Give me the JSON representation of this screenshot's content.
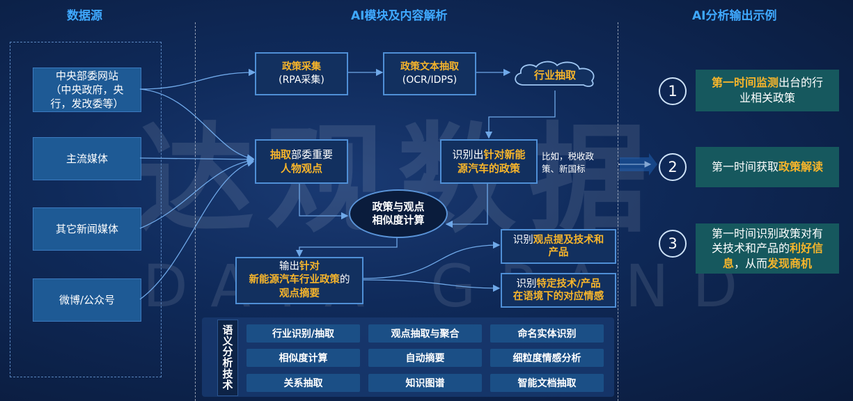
{
  "headers": {
    "left": "数据源",
    "middle": "AI模块及内容解析",
    "right": "AI分析输出示例"
  },
  "watermark": {
    "cn": "达观数据",
    "en": "DATA GRAND"
  },
  "sources": [
    {
      "line1": "中央部委网站",
      "line2": "（中央政府，央",
      "line3": "行，发改委等）"
    },
    {
      "line1": "主流媒体"
    },
    {
      "line1": "其它新闻媒体"
    },
    {
      "line1": "微博/公众号"
    }
  ],
  "flow": {
    "policy_collect": {
      "title": "政策采集",
      "sub": "(RPA采集)"
    },
    "text_extract": {
      "title": "政策文本抽取",
      "sub": "(OCR/IDPS)"
    },
    "industry_extract": "行业抽取",
    "extract_opinion": {
      "a": "抽取",
      "b": "部委重要",
      "c": "人物观点"
    },
    "identify_policy": {
      "a": "识别出",
      "b": "针对新能",
      "c": "源汽车的政策"
    },
    "note": {
      "l1": "比如，税收政",
      "l2": "策、新国标"
    },
    "similarity": {
      "l1": "政策与观点",
      "l2": "相似度计算"
    },
    "output_summary": {
      "a": "输出",
      "b": "针对",
      "c": "新能源汽车行业政策",
      "d": "的",
      "e": "观点摘要"
    },
    "identify_tech": {
      "a": "识别",
      "b": "观点提及技术和",
      "c": "产品"
    },
    "identify_sentiment": {
      "a": "识别",
      "b": "特定技术/产品",
      "c": "在语境下的对应情感"
    }
  },
  "tech_panel": {
    "label": [
      "语",
      "义",
      "分",
      "析",
      "技",
      "术"
    ],
    "items": [
      "行业识别/抽取",
      "观点抽取与聚合",
      "命名实体识别",
      "相似度计算",
      "自动摘要",
      "细粒度情感分析",
      "关系抽取",
      "知识图谱",
      "智能文档抽取"
    ]
  },
  "outputs": [
    {
      "num": "1",
      "a": "第一时间监测",
      "b": "出台的行",
      "c": "业相关政策"
    },
    {
      "num": "2",
      "a": "第一时间获取",
      "b": "政策解读"
    },
    {
      "num": "3",
      "a": "第一时间识别政策对有",
      "b": "关技术和产品的",
      "c": "利好信",
      "d": "息",
      "e": "，从而",
      "f": "发现商机"
    }
  ],
  "colors": {
    "accent": "#f7b52b",
    "header": "#3fa9ff",
    "box_border": "#4f8fd6",
    "output_bg": "#16585e"
  }
}
